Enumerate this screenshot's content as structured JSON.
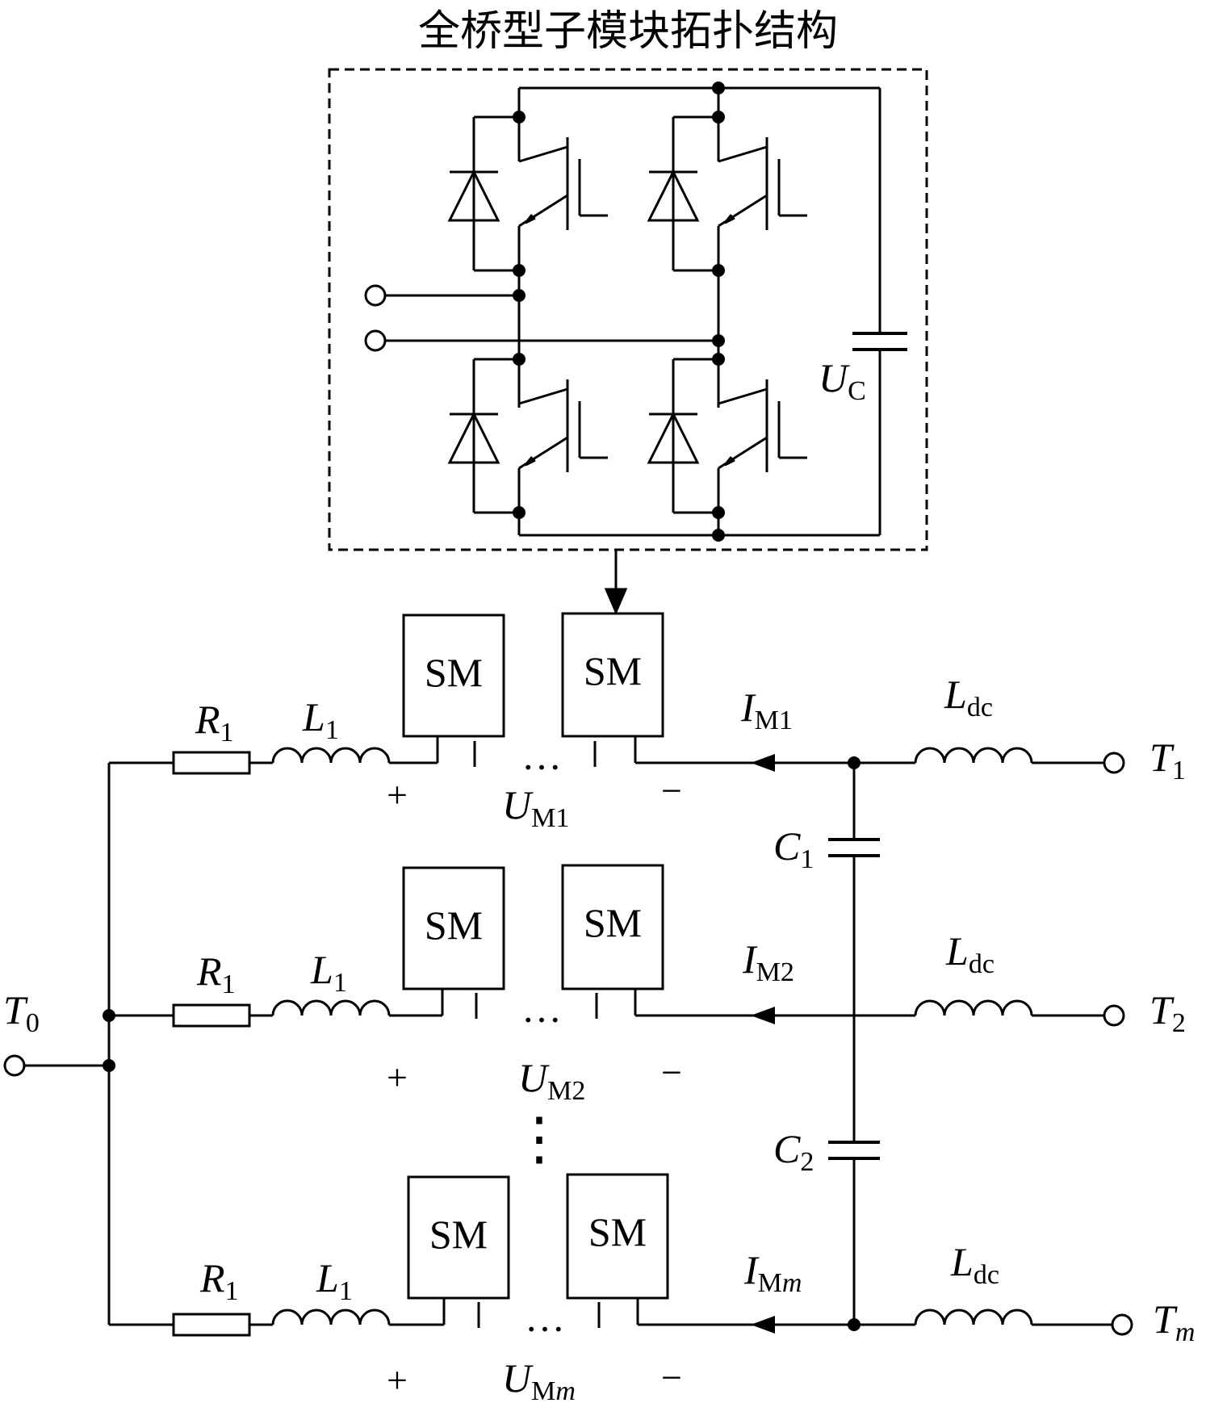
{
  "title": "全桥型子模块拓扑结构",
  "submodule": {
    "capacitor_label": "U",
    "capacitor_sub": "C"
  },
  "sm_label": "SM",
  "ellipsis": "…",
  "vertical_ellipsis": "⋮",
  "terminal_t0": {
    "main": "T",
    "sub": "0"
  },
  "branches": [
    {
      "r_main": "R",
      "r_sub": "1",
      "l_main": "L",
      "l_sub": "1",
      "i_main": "I",
      "i_sub": "M1",
      "u_main": "U",
      "u_sub": "M1",
      "plus": "+",
      "minus": "−",
      "ldc_main": "L",
      "ldc_sub": "dc",
      "t_main": "T",
      "t_sub": "1"
    },
    {
      "r_main": "R",
      "r_sub": "1",
      "l_main": "L",
      "l_sub": "1",
      "i_main": "I",
      "i_sub": "M2",
      "u_main": "U",
      "u_sub": "M2",
      "plus": "+",
      "minus": "−",
      "ldc_main": "L",
      "ldc_sub": "dc",
      "t_main": "T",
      "t_sub": "2"
    },
    {
      "r_main": "R",
      "r_sub": "1",
      "l_main": "L",
      "l_sub": "1",
      "i_main": "I",
      "i_sub_a": "M",
      "i_sub_b": "m",
      "u_main": "U",
      "u_sub_a": "M",
      "u_sub_b": "m",
      "plus": "+",
      "minus": "−",
      "ldc_main": "L",
      "ldc_sub": "dc",
      "t_main": "T",
      "t_sub": "m"
    }
  ],
  "capacitors": [
    {
      "main": "C",
      "sub": "1"
    },
    {
      "main": "C",
      "sub": "2"
    }
  ]
}
